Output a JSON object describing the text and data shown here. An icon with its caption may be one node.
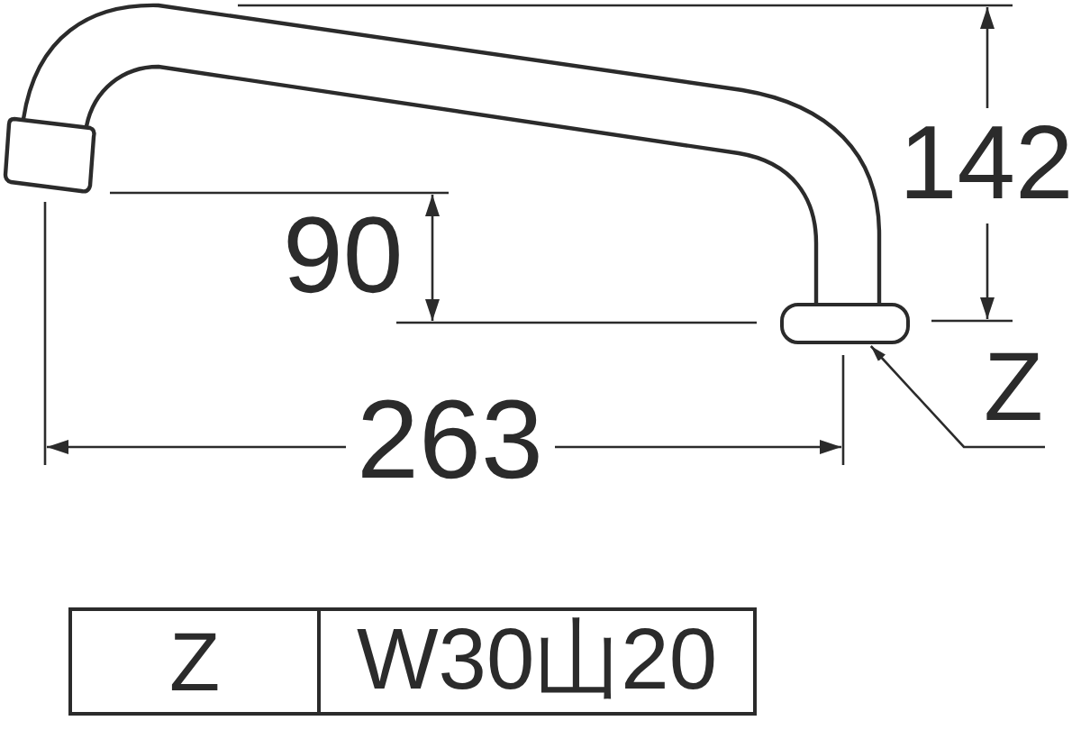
{
  "diagram": {
    "nodes": [
      {
        "text": [
          "Z"
        ]
      },
      {
        "text": [],
        "shape": "box"
      }
    ],
    "edges": [
      {
        "from": 0,
        "to": 1,
        "arrow": "to"
      }
    ],
    "labels": [
      "142",
      "90",
      "263",
      "Z",
      "W30山20"
    ]
  }
}
